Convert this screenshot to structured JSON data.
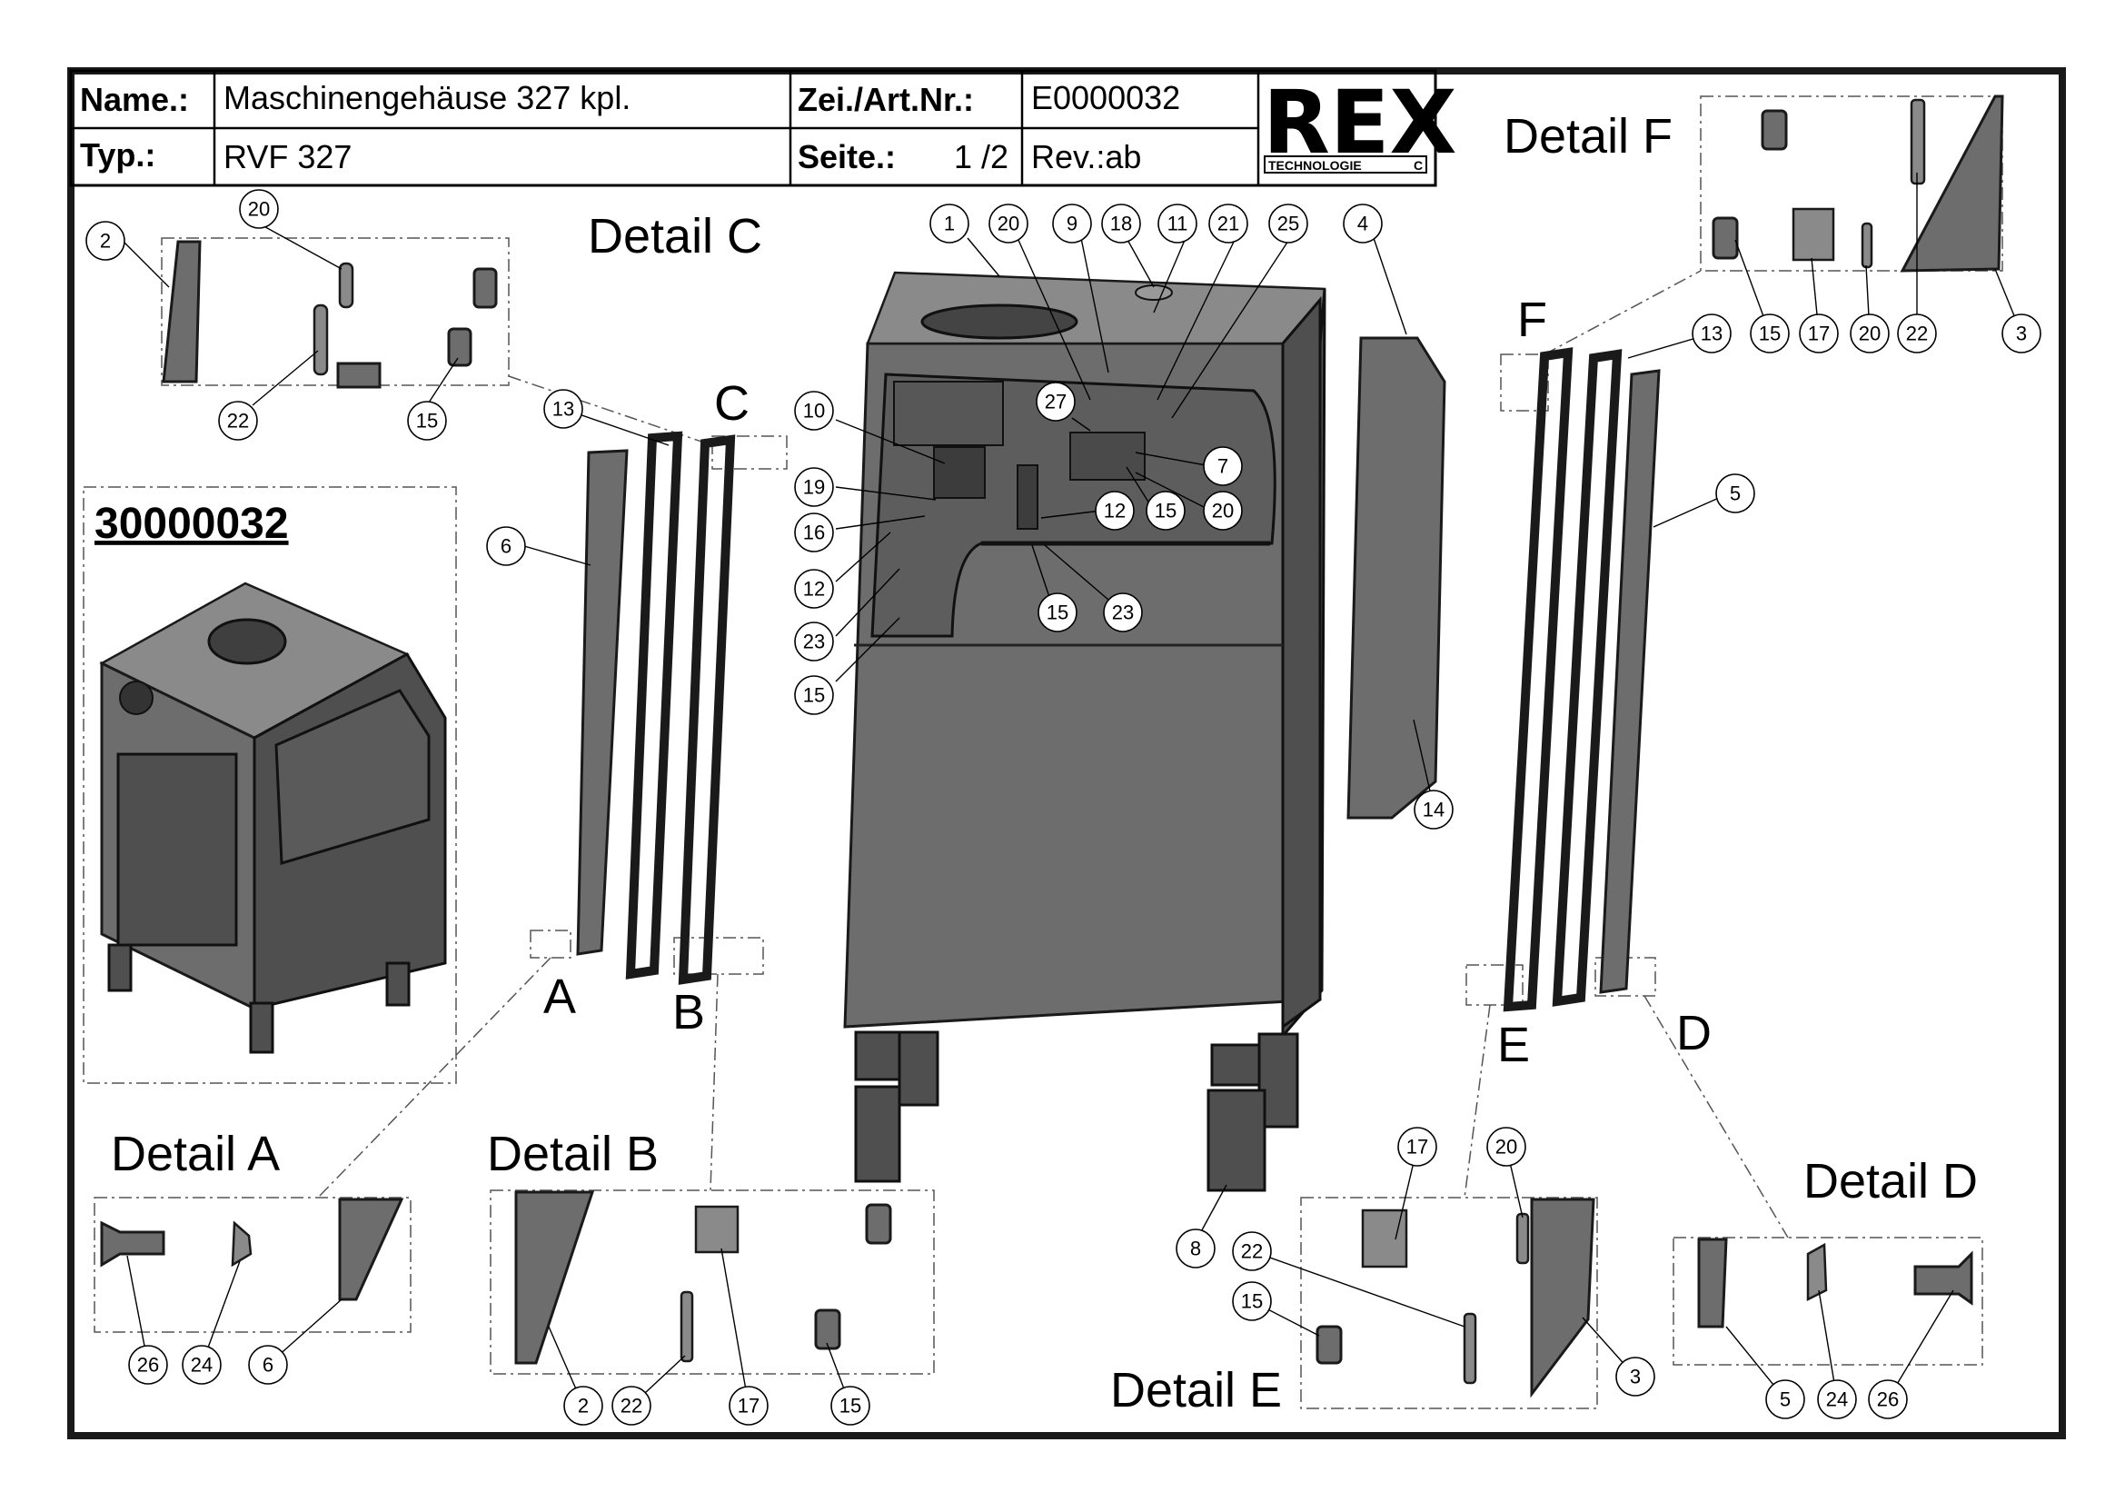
{
  "header": {
    "name_label": "Name.:",
    "name_value": "Maschinengehäuse 327 kpl.",
    "type_label": "Typ.:",
    "type_value": "RVF 327",
    "drawing_no_label": "Zei./Art.Nr.:",
    "drawing_no_value": "E0000032",
    "page_label": "Seite.:",
    "page_value": "1 /2",
    "revision": "Rev.:ab"
  },
  "logo": {
    "main": "REX",
    "sub": "TECHNOLOGIE",
    "mark": "C"
  },
  "assembly_number": "30000032",
  "details": {
    "A": "Detail A",
    "B": "Detail B",
    "C": "Detail C",
    "D": "Detail D",
    "E": "Detail E",
    "F": "Detail F"
  },
  "detail_letters": {
    "A": "A",
    "B": "B",
    "C": "C",
    "D": "D",
    "E": "E",
    "F": "F"
  },
  "callouts": {
    "c2_detC": "2",
    "c20_detC": "20",
    "c22_detC": "22",
    "c15_detC": "15",
    "c13_left": "13",
    "c6": "6",
    "c1": "1",
    "c20_top": "20",
    "c9": "9",
    "c18": "18",
    "c11": "11",
    "c21": "21",
    "c25": "25",
    "c4": "4",
    "c10": "10",
    "c19": "19",
    "c16": "16",
    "c12_a": "12",
    "c23_a": "23",
    "c15_a": "15",
    "c27": "27",
    "c7": "7",
    "c12_b": "12",
    "c15_b": "15",
    "c20_b": "20",
    "c15_c": "15",
    "c23_b": "23",
    "c14": "14",
    "c8": "8",
    "c13_right": "13",
    "c5": "5",
    "c15_detF": "15",
    "c17_detF": "17",
    "c20_detF": "20",
    "c22_detF": "22",
    "c3_detF": "3",
    "c26_detA": "26",
    "c24_detA": "24",
    "c6_detA": "6",
    "c2_detB": "2",
    "c22_detB": "22",
    "c17_detB": "17",
    "c15_detB": "15",
    "c17_detE": "17",
    "c20_detE": "20",
    "c22_detE": "22",
    "c15_detE": "15",
    "c3_detE": "3",
    "c5_detD": "5",
    "c24_detD": "24",
    "c26_detD": "26"
  },
  "colors": {
    "part_fill": "#6d6d6d",
    "part_dark": "#4f4f4f",
    "line": "#000000",
    "background": "#ffffff"
  }
}
